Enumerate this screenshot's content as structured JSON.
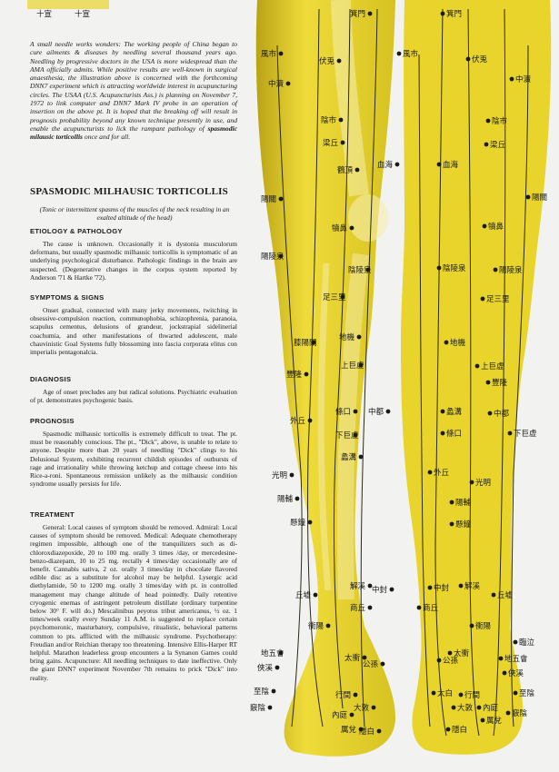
{
  "intro": {
    "text": "A small needle works wonders: The working people of China began to cure ailments & diseases by needling several thousand years ago. Needling by progressive doctors in the USA is more widespread than the AMA officially admits. While positive results are well-known in surgical anaesthesia, the illustration above is concerned with the forthcoming DNN7 experiment which is attracting worldwide interest in acupuncturing circles. The USAA (U.S. Acupuncturists Ass.) is planning on November 7, 1972 to link computer and DNN7 Mark IV probe in an operation of insertion on the above pt. It is hoped that the breaking off will result in prognosis probability beyond any known technique presently in use, and enable the acupuncturists to lick the rampant pathology of",
    "emph": "spasmodic milausic torticollis",
    "tail": " once and for all."
  },
  "title": "SPASMODIC MILHAUSIC TORTICOLLIS",
  "subtitle": "(Tonic or intermittent spasms of the muscles of the neck resulting in an exalted altitude of the head)",
  "sections": {
    "etiology": {
      "heading": "ETIOLOGY & PATHOLOGY",
      "text": "The cause is unknown. Occasionally it is dystonia musculorum deformans, but usually spasmodic milhausic torticollis is symptomatic of an underlying psychological disturbance. Pathologic findings in the brain are suspected. (Degenerative changes in the corpus system reported by Anderson '71 & Hartke '72)."
    },
    "symptoms": {
      "heading": "SYMPTOMS & SIGNS",
      "text": "Onset gradual, connected with many jerky movements, twitching in obsessive-compulsion reaction, communophobia, schizophrenia, paranoia, scapulus cementus, delusions of grandeur, jockstrapial sidelinerial coachumia, and other manifestations of thwarted adolescent, male chauvinistic Goal Systems fully blossoming into fascia corporata elitus con imperialis pentagonalcia."
    },
    "diagnosis": {
      "heading": "DIAGNOSIS",
      "text": "Age of onset precludes any but radical solutions. Psychiatric evaluation of pt. demonstrates psychogenic basis."
    },
    "prognosis": {
      "heading": "PROGNOSIS",
      "text": "Spasmodic milhausic torticollis is extremely difficult to treat. The pt. must be reasonably conscious. The pt., \"Dick\", above, is unable to relate to anyone. Despite more than 20 years of needling \"Dick\" clings to his Delusional System, exhibiting recurrent childish episodes of outbursts of rage and irrationality while throwing ketchup and cottage cheese into his Rice-a-roni. Spontaneous remission unlikely as the milhausic condition syndrome usually persists for life."
    },
    "treatment": {
      "heading": "TREATMENT",
      "text": "General: Local causes of symptom should be removed. Admiral: Local causes of symptom should be removed. Medical: Adequate chemotherapy regimen impossible, although one of the tranquilizers such as di-chloroxdiazepoxide, 20 to 100 mg. orally 3 times /day, or mercedesine-benzo-diazepam, 10 to 25 mg. rectally 4 times/day occasionally are of benefit. Cannabis sativa, 2 oz. orally 3 times/day in chocolate flavored edible disc as a substitute for alcohol may be helpful. Lysergic acid diethylamide, 50 to 1200 mg. orally 3 times/day with pt. in controlled management may change altitude of head pointedly. Daily retentive cryogenic enemas of astringent petroleum distillate (ordinary turpentine below 30° F. will do.) Mescalinibus peyotus tribut americanus, ½ oz. 1 times/week orally every Sunday 11 A.M. is suggested to replace certain psychomoronic, masturbatory, compulsive, ritualistic, behavioral patterns common to pts. afflicted with the milhausic syndrome. Psychotherapy: Freudian and/or Reichian therapy too threatening. Intensive Ellis-Harper RT helpful. Marathon leaderless group encounters a la Synanon Games could bring gains. Acupuncture: All needling techniques to date ineffective. Only the giant DNN7 experiment November 7th remains to prick \"Dick\" into reality."
    }
  },
  "figure_top_labels": [
    "十宣",
    "十宣"
  ],
  "points": {
    "left_leg": [
      "箕門",
      "風市",
      "伏兎",
      "中瀆",
      "陰市",
      "梁丘",
      "鶴頂",
      "血海",
      "陽關",
      "犢鼻",
      "陽陵泉",
      "陰陵泉",
      "足三里",
      "膝陽關",
      "地機",
      "上巨虚",
      "豐隆",
      "條口",
      "中都",
      "外丘",
      "下巨虚",
      "蠡溝",
      "光明",
      "陽輔",
      "懸鐘",
      "丘墟",
      "解溪",
      "中封",
      "商丘",
      "衝陽",
      "地五會",
      "俠溪",
      "至陰",
      "竅陰",
      "太衝",
      "公孫",
      "行間",
      "大敦",
      "隱白",
      "內庭",
      "厲兌"
    ],
    "right_leg": [
      "箕門",
      "風市",
      "伏兎",
      "中瀆",
      "陰市",
      "梁丘",
      "血海",
      "陽關",
      "犢鼻",
      "陰陵泉",
      "陽陵泉",
      "足三里",
      "地機",
      "上巨虚",
      "豐隆",
      "蠡溝",
      "條口",
      "中都",
      "下巨虚",
      "外丘",
      "光明",
      "陽輔",
      "懸鐘",
      "解溪",
      "中封",
      "丘墟",
      "商丘",
      "衝陽",
      "臨泣",
      "地五會",
      "俠溪",
      "太衝",
      "公孫",
      "太白",
      "行間",
      "大敦",
      "內庭",
      "隱白",
      "厲兌",
      "至陰",
      "竅陰"
    ]
  },
  "colors": {
    "leg": "#e8d42a",
    "leg_dark": "#b9a316",
    "line": "#2a2a10",
    "background": "#f2f2f0"
  }
}
